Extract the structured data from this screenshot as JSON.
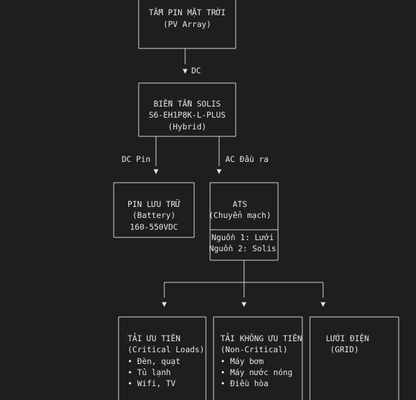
{
  "colors": {
    "background": "#1e1e1e",
    "text": "#e6e6e6",
    "line": "#d8d8d8"
  },
  "pv": {
    "line1": "TẤM PIN MẶT TRỜI",
    "line2": "(PV Array)"
  },
  "edge_pv_inverter": {
    "label": "DC"
  },
  "inverter": {
    "line1": "BIẾN TẦN SOLIS",
    "line2": "S6-EH1P8K-L-PLUS",
    "line3": "(Hybrid)"
  },
  "edge_inverter_battery": {
    "label": "DC Pin"
  },
  "edge_inverter_ats": {
    "label": "AC Đầu ra"
  },
  "battery": {
    "line1": "PIN LƯU TRỮ",
    "line2": "(Battery)",
    "line3": "160-550VDC"
  },
  "ats": {
    "line1": "ATS",
    "line2": "(Chuyển mạch)",
    "source1": "Nguồn 1: Lưới",
    "source2": "Nguồn 2: Solis"
  },
  "critical": {
    "line1": "TẢI ƯU TIÊN",
    "line2": "(Critical Loads)",
    "items": [
      "• Đèn, quạt",
      "• Tủ lạnh",
      "• Wifi, TV"
    ]
  },
  "noncritical": {
    "line1": "TẢI KHÔNG ƯU TIÊN",
    "line2": "(Non-Critical)",
    "items": [
      "• Máy bơm",
      "• Máy nước nóng",
      "• Điều hòa"
    ]
  },
  "grid": {
    "line1": "LƯỚI ĐIỆN",
    "line2": "(GRID)"
  }
}
